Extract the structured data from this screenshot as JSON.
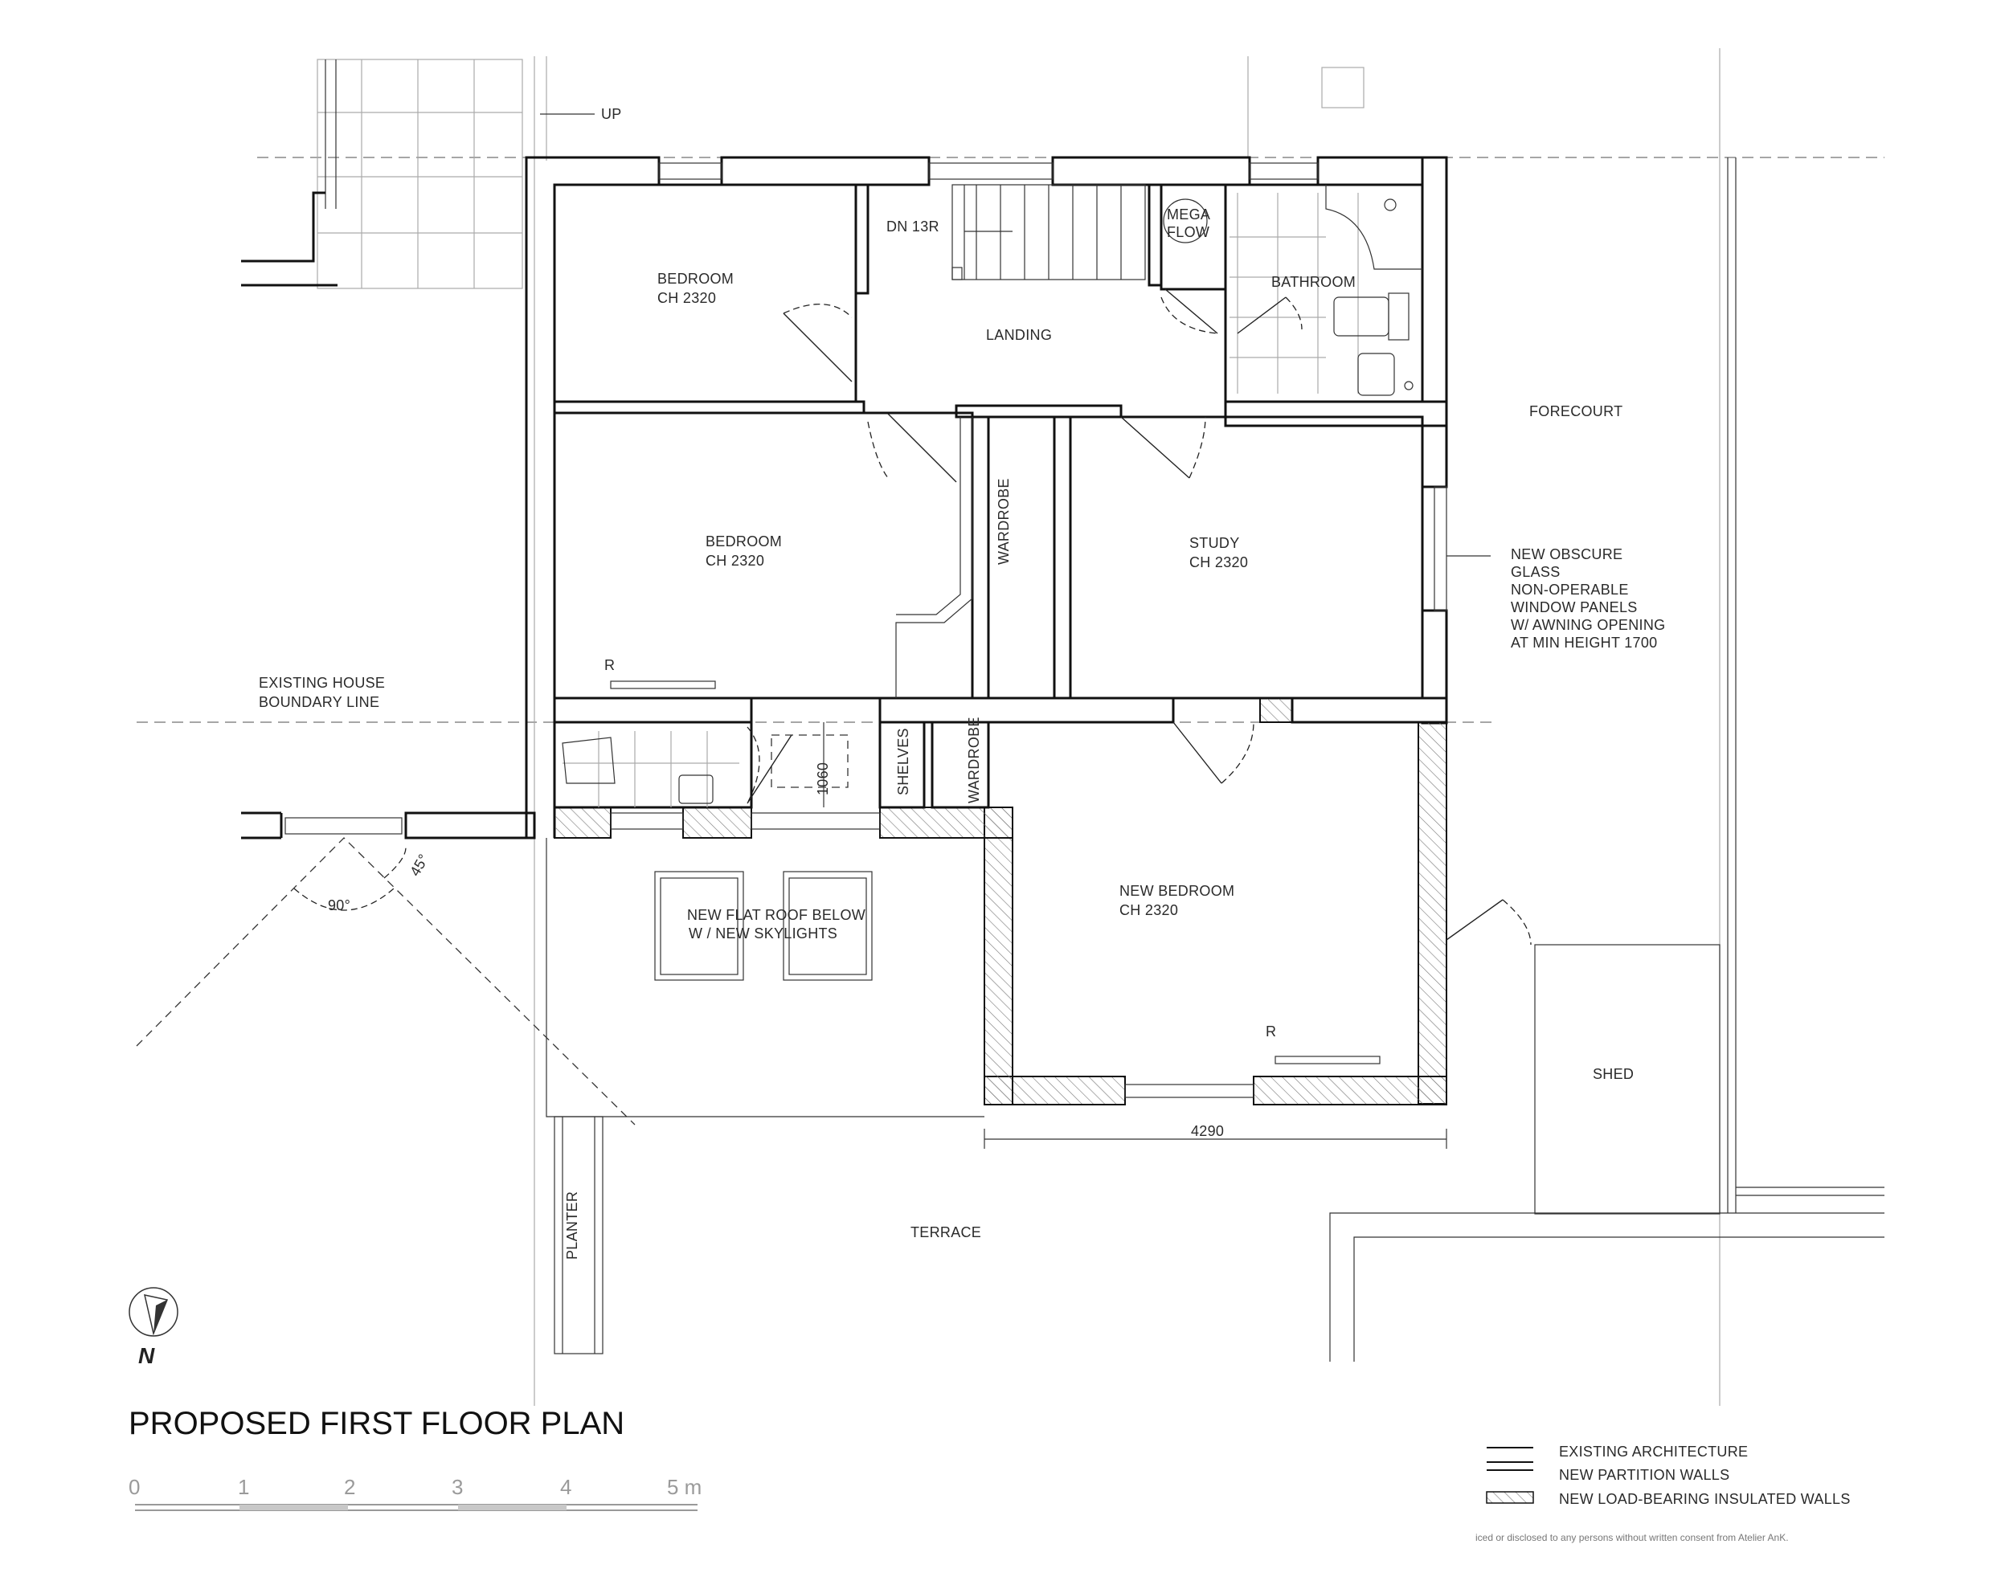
{
  "title": "PROPOSED FIRST FLOOR PLAN",
  "labels": {
    "up": "UP",
    "dn": "DN 13R",
    "mega1": "MEGA",
    "mega2": "FLOW",
    "bathroom": "BATHROOM",
    "bedroom1_name": "BEDROOM",
    "bedroom1_ch": "CH 2320",
    "landing": "LANDING",
    "forecourt": "FORECOURT",
    "bedroom2_name": "BEDROOM",
    "bedroom2_ch": "CH 2320",
    "wardrobe1": "WARDROBE",
    "study_name": "STUDY",
    "study_ch": "CH 2320",
    "obscure": [
      "NEW OBSCURE",
      "GLASS",
      "NON-OPERABLE",
      "WINDOW PANELS",
      "W/ AWNING OPENING",
      "AT MIN HEIGHT 1700"
    ],
    "existing_boundary": [
      "EXISTING HOUSE",
      "BOUNDARY LINE"
    ],
    "radiator1": "R",
    "shelves": "SHELVES",
    "wardrobe2": "WARDROBE",
    "dim_1060": "1060",
    "angle_45": "45°",
    "angle_90": "90°",
    "flat_roof": [
      "NEW FLAT ROOF BELOW",
      "W / NEW SKYLIGHTS"
    ],
    "new_bedroom_name": "NEW BEDROOM",
    "new_bedroom_ch": "CH 2320",
    "radiator2": "R",
    "shed": "SHED",
    "dim_4290": "4290",
    "terrace": "TERRACE",
    "planter": "PLANTER",
    "north": "N"
  },
  "scale_bar": [
    "0",
    "1",
    "2",
    "3",
    "4",
    "5 m"
  ],
  "legend": [
    {
      "label": "EXISTING ARCHITECTURE"
    },
    {
      "label": "NEW PARTITION WALLS"
    },
    {
      "label": "NEW LOAD-BEARING INSULATED WALLS"
    }
  ],
  "footer": "iced or disclosed to any persons without written consent from Atelier AnK."
}
